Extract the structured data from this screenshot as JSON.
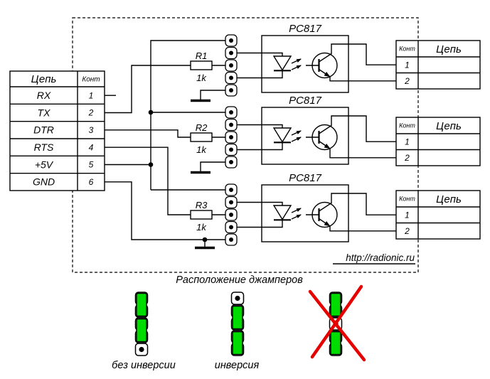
{
  "schematic": {
    "optocoupler_label": "PC817",
    "site_link": "http://radionic.ru",
    "input_connector": {
      "circuit_header": "Цепь",
      "pin_header": "Конт",
      "rows": [
        {
          "signal": "RX",
          "pin": "1"
        },
        {
          "signal": "TX",
          "pin": "2"
        },
        {
          "signal": "DTR",
          "pin": "3"
        },
        {
          "signal": "RTS",
          "pin": "4"
        },
        {
          "signal": "+5V",
          "pin": "5"
        },
        {
          "signal": "GND",
          "pin": "6"
        }
      ]
    },
    "output_connector": {
      "pin_header": "Конт",
      "circuit_header": "Цепь",
      "rows": [
        {
          "pin": "1",
          "circuit": ""
        },
        {
          "pin": "2",
          "circuit": ""
        }
      ]
    },
    "resistors": [
      {
        "ref": "R1",
        "value": "1k"
      },
      {
        "ref": "R2",
        "value": "1k"
      },
      {
        "ref": "R3",
        "value": "1k"
      }
    ]
  },
  "jumper_legend": {
    "title": "Расположение джамперов",
    "options": [
      {
        "label": "без инверсии",
        "crossed": false
      },
      {
        "label": "инверсия",
        "crossed": false
      },
      {
        "label": "",
        "crossed": true
      }
    ]
  },
  "colors": {
    "jumper_cap_green": "#00DC00",
    "cross_red": "#E60000",
    "wire_black": "#000000"
  }
}
